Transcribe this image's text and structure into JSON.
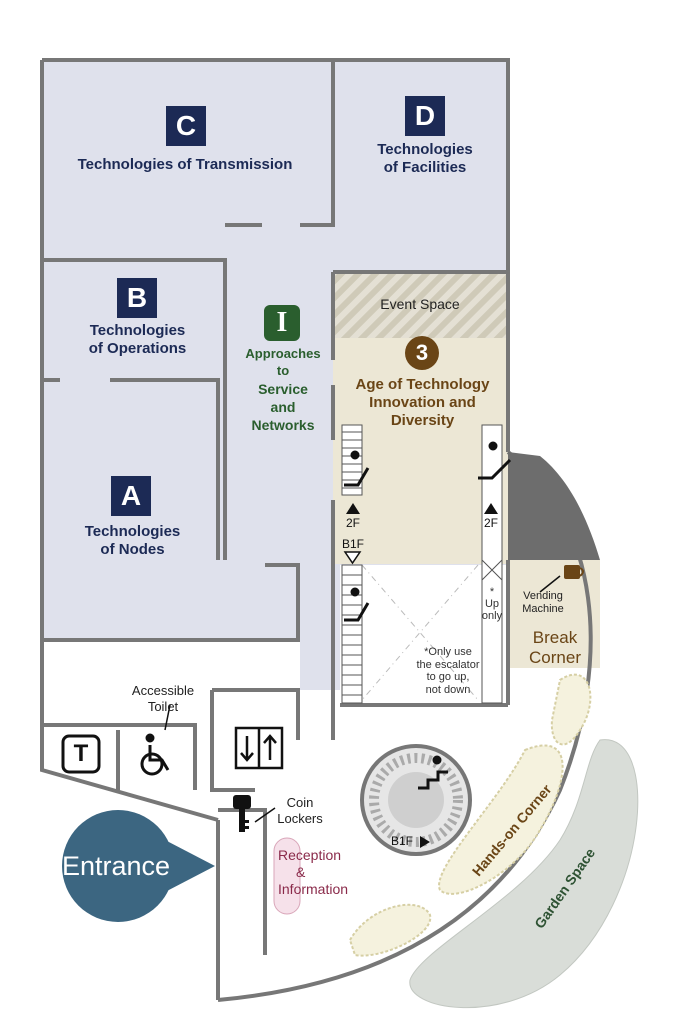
{
  "zones": {
    "c": {
      "letter": "C",
      "title": "Technologies of Transmission"
    },
    "d": {
      "letter": "D",
      "title_line1": "Technologies",
      "title_line2": "of Facilities"
    },
    "b": {
      "letter": "B",
      "title_line1": "Technologies",
      "title_line2": "of Operations"
    },
    "a": {
      "letter": "A",
      "title_line1": "Technologies",
      "title_line2": "of Nodes"
    },
    "i": {
      "letter": "I",
      "lines": [
        "Approaches",
        "to",
        "Service",
        "and",
        "Networks"
      ]
    },
    "three": {
      "number": "3",
      "lines": [
        "Age of Technology",
        "Innovation and",
        "Diversity"
      ]
    }
  },
  "event_space": "Event Space",
  "floors": {
    "left_up": "2F",
    "right_up": "2F",
    "b1f_top": "B1F",
    "b1f_spiral": "B1F"
  },
  "escalator_note": {
    "up": "Up",
    "only": "only",
    "star": "*",
    "note_lines": [
      "*Only use",
      "the escalator",
      "to go up,",
      "not down"
    ]
  },
  "vending": {
    "line1": "Vending",
    "line2": "Machine"
  },
  "break_corner": {
    "line1": "Break",
    "line2": "Corner"
  },
  "toilet": {
    "line1": "Accessible",
    "line2": "Toilet",
    "t_symbol": "T"
  },
  "lockers": {
    "line1": "Coin",
    "line2": "Lockers"
  },
  "reception": {
    "line1": "Reception",
    "line2": "&",
    "line3": "Information"
  },
  "entrance": "Entrance",
  "hands_on": "Hands-on Corner",
  "garden": "Garden Space",
  "colors": {
    "navy": "#1c2a55",
    "hall": "#dfe1ec",
    "beige": "#ece7d5",
    "wall": "#777777",
    "green": "#2a5e2e",
    "brown": "#6a4516",
    "entrance": "#3c6681",
    "garden": "#d9ddd8"
  }
}
